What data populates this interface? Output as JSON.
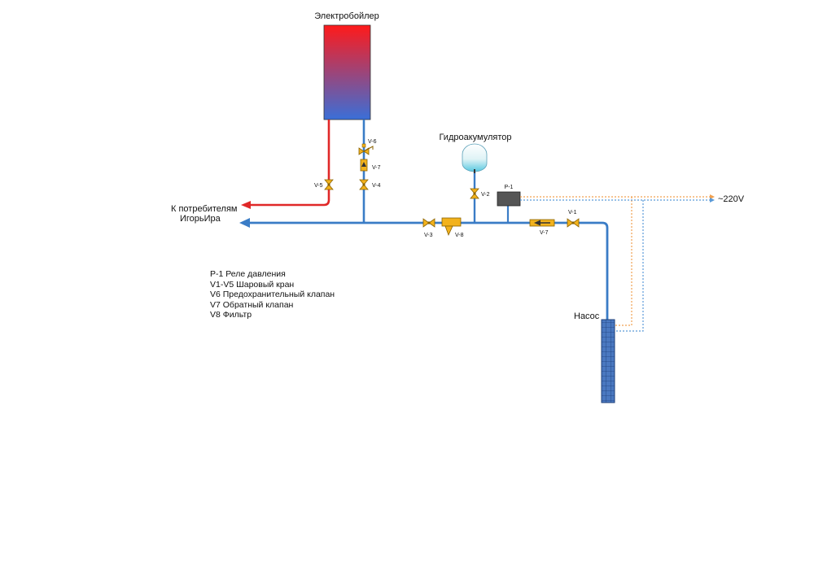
{
  "colors": {
    "cold_pipe": "#3a7cc6",
    "hot_pipe": "#e02828",
    "valve_fill": "#f2b21d",
    "valve_stroke": "#8a6200",
    "relay_fill": "#555555",
    "power_phase": "#f0a050",
    "power_neutral": "#5a9ad8",
    "pump_fill": "#4a78c0",
    "boiler_top": "#ff1a1a",
    "boiler_bottom": "#3a6fd8"
  },
  "labels": {
    "boiler": "Электробойлер",
    "accumulator": "Гидроакумулятор",
    "consumers_line1": "К потребителям",
    "consumers_line2": "ИгорьИра",
    "voltage": "~220V",
    "pump": "Насос",
    "v1": "V-1",
    "v2": "V-2",
    "v3": "V-3",
    "v4": "V-4",
    "v5": "V-5",
    "v6": "V-6",
    "v7_top": "V-7",
    "v7_main": "V-7",
    "v8": "V-8",
    "p1": "P-1"
  },
  "legend": [
    "P-1 Реле давления",
    "V1-V5 Шаровый кран",
    "V6 Предохранительный клапан",
    "V7 Обратный клапан",
    "V8 Фильтр"
  ]
}
